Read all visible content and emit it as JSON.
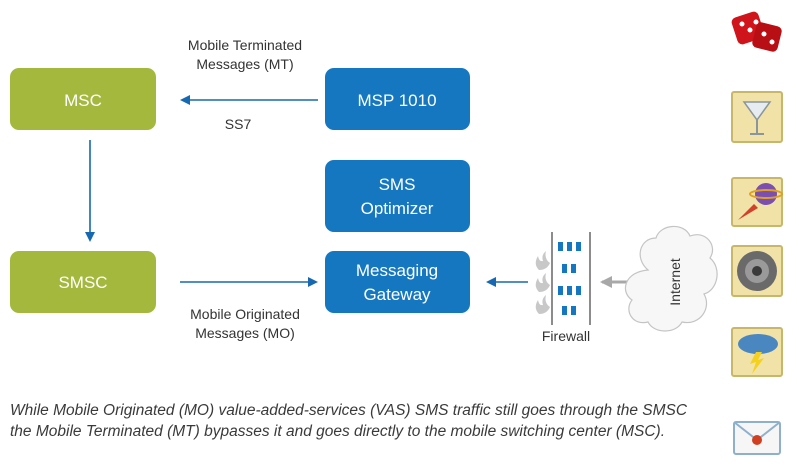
{
  "diagram": {
    "nodes": {
      "msc": "MSC",
      "msp": "MSP 1010",
      "sms_optimizer": [
        "SMS",
        "Optimizer"
      ],
      "smsc": "SMSC",
      "gateway": [
        "Messaging",
        "Gateway"
      ],
      "internet": "Internet"
    },
    "labels": {
      "mt": [
        "Mobile Terminated",
        "Messages (MT)"
      ],
      "ss7": "SS7",
      "mo": [
        "Mobile Originated",
        "Messages (MO)"
      ],
      "firewall": "Firewall"
    },
    "colors": {
      "green_box": "#a3b83d",
      "blue_box": "#1477c0",
      "arrow": "#1668b0",
      "grey_arrow": "#a8a8a8",
      "firewall_blue": "#1477c0",
      "cloud_stroke": "#c4c4c4"
    }
  },
  "caption": "While Mobile Originated (MO) value-added-services (VAS) SMS traffic still goes through the SMSC the Mobile Terminated (MT) bypasses it and goes directly to the mobile switching center (MSC).",
  "side_icons": [
    "dice-icon",
    "martini-glass-icon",
    "rocket-planet-icon",
    "speaker-icon",
    "weather-storm-icon",
    "email-icon"
  ]
}
